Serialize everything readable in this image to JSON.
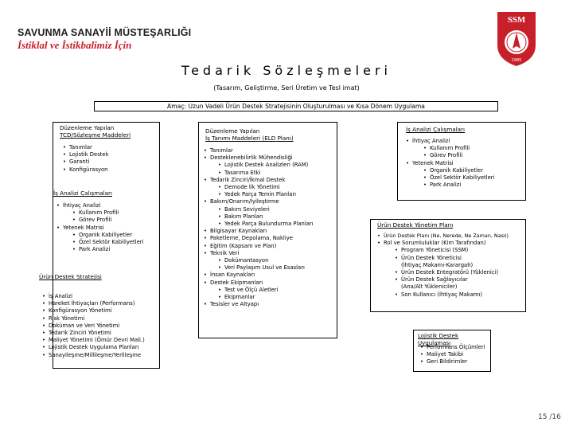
{
  "header": {
    "org_name": "SAVUNMA SANAYİİ MÜSTEŞARLIĞI",
    "motto": "İstiklal ve İstikbalimiz İçin",
    "logo_text": "SSM",
    "logo_year": "1985"
  },
  "title": "Tedarik Sözleşmeleri",
  "subtitle": "(Tasarım, Geliştirme, Seri Üretim ve Tesl imat)",
  "aim": "Amaç: Uzun Vadeli Ürün Destek Stratejisinin Oluşturulması ve Kısa Dönem Uygulama",
  "col1": {
    "heading_line1": "Düzenleme Yapılan",
    "heading_line2": "TCD/Sözleşme Maddeleri",
    "items": [
      "Tanımlar",
      "Lojistik Destek",
      "Garanti",
      "Konfigürasyon"
    ],
    "section2_title": "İş Analizi Çalışmaları",
    "section2_items": [
      {
        "text": "İhtiyaç Analizi",
        "level": 1
      },
      {
        "text": "Kullanım Profili",
        "level": 2
      },
      {
        "text": "Görev Profili",
        "level": 2
      },
      {
        "text": "Yetenek Matrisi",
        "level": 1
      },
      {
        "text": "Organik Kabiliyetler",
        "level": 2
      },
      {
        "text": "Özel Sektör Kabiliyetleri",
        "level": 2
      },
      {
        "text": "Park Analizi",
        "level": 2
      }
    ],
    "section3_title": "Ürün Destek Stratejisi",
    "section3_items": [
      "İş Analizi",
      "Hareket İhtiyaçları (Performans)",
      "Konfigürasyon Yönetimi",
      "Risk Yönetimi",
      "Doküman ve Veri Yönetimi",
      "Tedarik Zinciri Yönetimi",
      "Maliyet Yönetimi (Ömür Devri Mali.)",
      "Lojistik Destek Uygulama Planları",
      "Sanayileşme/Millileşme/Yerlileşme"
    ]
  },
  "col2": {
    "heading_line1": "Düzenleme Yapılan",
    "heading_line2": "İş Tanımı Maddeleri (ELD Planı)",
    "items": [
      {
        "text": "Tanımlar",
        "level": 1
      },
      {
        "text": "Desteklenebilirlik Mühendisliği",
        "level": 1
      },
      {
        "text": "Lojistik Destek Analizleri (RAM)",
        "level": 2
      },
      {
        "text": "Tasarıma Etki",
        "level": 2
      },
      {
        "text": "Tedarik Zinciri/İkmal Destek",
        "level": 1
      },
      {
        "text": "Demode lik Yönetimi",
        "level": 2
      },
      {
        "text": "Yedek Parça Temin Planları",
        "level": 2
      },
      {
        "text": "Bakım/Onarım/İyileştirme",
        "level": 1
      },
      {
        "text": "Bakım Seviyeleri",
        "level": 2
      },
      {
        "text": "Bakım Planları",
        "level": 2
      },
      {
        "text": "Yedek Parça Bulundurma Planları",
        "level": 2
      },
      {
        "text": "Bilgisayar Kaynakları",
        "level": 1
      },
      {
        "text": "Paketleme, Depolama, Nakliye",
        "level": 1
      },
      {
        "text": "Eğitim (Kapsam ve Plan)",
        "level": 1
      },
      {
        "text": "Teknik Veri",
        "level": 1
      },
      {
        "text": "Dokümantasyon",
        "level": 2
      },
      {
        "text": "Veri Paylaşım Usul ve Esasları",
        "level": 2
      },
      {
        "text": "İnsan Kaynakları",
        "level": 1
      },
      {
        "text": "Destek Ekipmanları",
        "level": 1
      },
      {
        "text": "Test ve Ölçü Aletleri",
        "level": 2
      },
      {
        "text": "Ekipmanlar",
        "level": 2
      },
      {
        "text": "Tesisler ve Altyapı",
        "level": 1
      }
    ]
  },
  "col3a": {
    "heading": "İş Analizi Çalışmaları",
    "items": [
      {
        "text": "İhtiyaç Analizi",
        "level": 1
      },
      {
        "text": "Kullanım Profili",
        "level": 2
      },
      {
        "text": "Görev Profili",
        "level": 2
      },
      {
        "text": "Yetenek Matrisi",
        "level": 1
      },
      {
        "text": "Organik Kabiliyetler",
        "level": 2
      },
      {
        "text": "Özel Sektör Kabiliyetleri",
        "level": 2
      },
      {
        "text": "Park Analizi",
        "level": 2
      }
    ]
  },
  "col3b": {
    "heading": "Ürün Destek Yönetim Planı",
    "items": [
      {
        "text": "Ürün Destek Planı (Ne, Nerede, Ne Zaman, Nasıl)",
        "level": 1
      },
      {
        "text": "Rol ve Sorumluluklar (Kim Tarafından)",
        "level": 1
      },
      {
        "text": "Program Yöneticisi (SSM)",
        "level": 2
      },
      {
        "text": "Ürün Destek Yöneticisi",
        "level": 2
      },
      {
        "text": "(İhtiyaç Makamı-Karargah)",
        "level": 0
      },
      {
        "text": "Ürün Destek Entegratörü (Yüklenici)",
        "level": 2
      },
      {
        "text": "Ürün Destek Sağlayıcılar",
        "level": 2
      },
      {
        "text": "(Ana/Alt Yükleniciler)",
        "level": 0
      },
      {
        "text": "Son Kullanıcı (İhtiyaç Makamı)",
        "level": 2
      }
    ]
  },
  "col3c": {
    "heading": "Lojistik Destek Uygulaması",
    "items": [
      "Performans Ölçümleri",
      "Maliyet Takibi",
      "Geri Bildirimler"
    ]
  },
  "page_number": "15 /16",
  "colors": {
    "brand_red": "#c8202a"
  }
}
